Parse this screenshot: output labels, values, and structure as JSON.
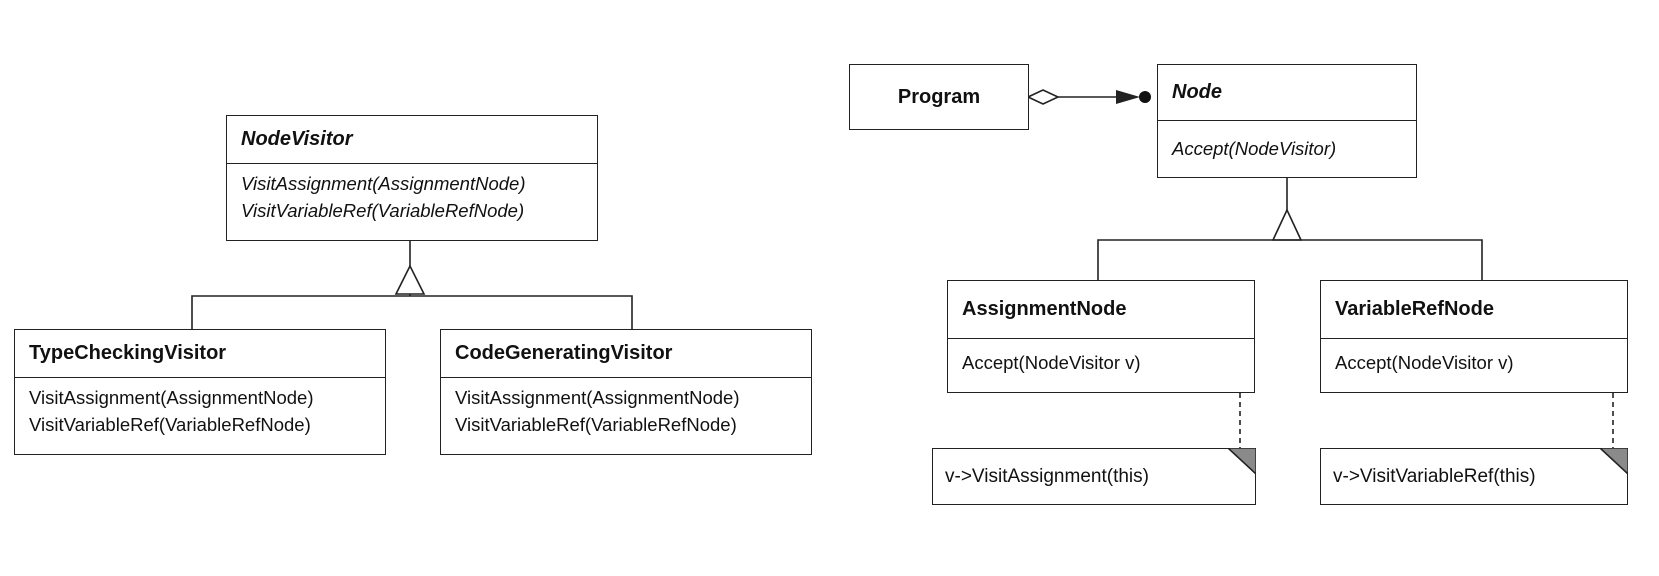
{
  "diagram": {
    "node_visitor": {
      "name": "NodeVisitor",
      "operations": [
        "VisitAssignment(AssignmentNode)",
        "VisitVariableRef(VariableRefNode)"
      ]
    },
    "type_checking_visitor": {
      "name": "TypeCheckingVisitor",
      "operations": [
        "VisitAssignment(AssignmentNode)",
        "VisitVariableRef(VariableRefNode)"
      ]
    },
    "code_generating_visitor": {
      "name": "CodeGeneratingVisitor",
      "operations": [
        "VisitAssignment(AssignmentNode)",
        "VisitVariableRef(VariableRefNode)"
      ]
    },
    "program": {
      "name": "Program"
    },
    "node": {
      "name": "Node",
      "operations": [
        "Accept(NodeVisitor)"
      ]
    },
    "assignment_node": {
      "name": "AssignmentNode",
      "operations": [
        "Accept(NodeVisitor v)"
      ],
      "note": "v->VisitAssignment(this)"
    },
    "variable_ref_node": {
      "name": "VariableRefNode",
      "operations": [
        "Accept(NodeVisitor v)"
      ],
      "note": "v->VisitVariableRef(this)"
    }
  }
}
